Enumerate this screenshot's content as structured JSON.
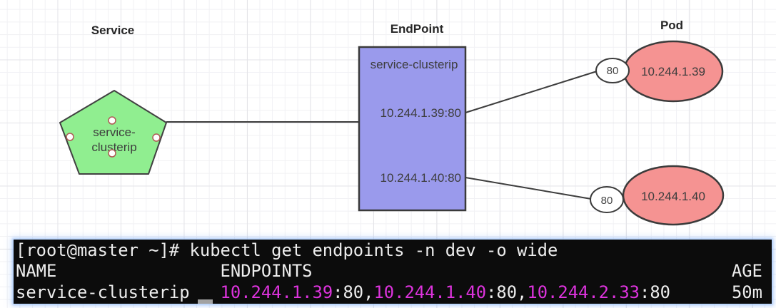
{
  "diagram": {
    "labels": {
      "service": "Service",
      "endpoint": "EndPoint",
      "pod": "Pod"
    },
    "service_node": {
      "name_line1": "service-",
      "name_line2": "clusterip",
      "fill": "#90ee90"
    },
    "endpoint_node": {
      "title": "service-clusterip",
      "endpoints": [
        "10.244.1.39:80",
        "10.244.1.40:80"
      ],
      "fill": "#9a9aec"
    },
    "pods": [
      {
        "ip": "10.244.1.39",
        "port": "80"
      },
      {
        "ip": "10.244.1.40",
        "port": "80"
      }
    ],
    "pod_fill": "#f59392",
    "line_color": "#3d3d3d"
  },
  "terminal": {
    "prompt_line": "[root@master ~]# kubectl get endpoints -n dev -o wide",
    "header_line": "NAME                ENDPOINTS                                         AGE",
    "row": {
      "name": "service-clusterip   ",
      "ip1": "10.244.1.39",
      "port1": ":80,",
      "ip2": "10.244.1.40",
      "port2": ":80,",
      "ip3": "10.244.2.33",
      "port3": ":80",
      "age": "      50m"
    },
    "colors": {
      "background": "#0c0c0c",
      "text": "#ededed",
      "ip": "#dd33dd",
      "glow": "#96befa"
    }
  }
}
